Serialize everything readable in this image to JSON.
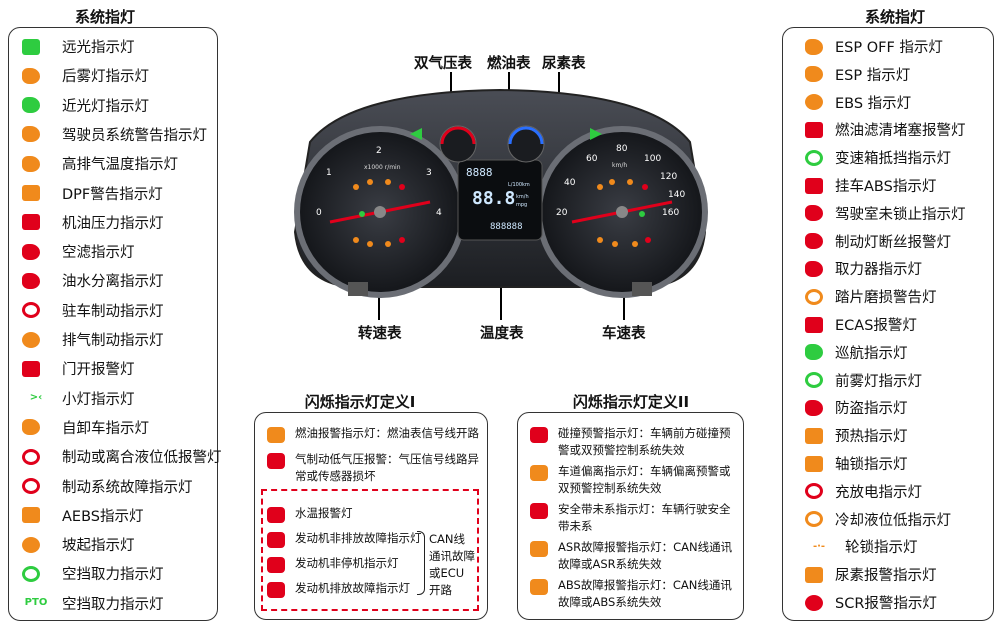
{
  "left_panel": {
    "title": "系统指灯",
    "items": [
      {
        "label": "远光指示灯",
        "icon": "high-beam-icon",
        "color": "#2ecc40",
        "shape": "rect"
      },
      {
        "label": "后雾灯指示灯",
        "icon": "rear-fog-icon",
        "color": "#f08a1c",
        "shape": "blob"
      },
      {
        "label": "近光灯指示灯",
        "icon": "low-beam-icon",
        "color": "#2ecc40",
        "shape": "blob"
      },
      {
        "label": "驾驶员系统警告指示灯",
        "icon": "driver-warning-icon",
        "color": "#f08a1c",
        "shape": "blob"
      },
      {
        "label": "高排气温度指示灯",
        "icon": "exhaust-temp-icon",
        "color": "#f08a1c",
        "shape": "blob"
      },
      {
        "label": "DPF警告指示灯",
        "icon": "dpf-icon",
        "color": "#f08a1c",
        "shape": "rect"
      },
      {
        "label": "机油压力指示灯",
        "icon": "oil-pressure-icon",
        "color": "#e0001b",
        "shape": "rect"
      },
      {
        "label": "空滤指示灯",
        "icon": "air-filter-icon",
        "color": "#e0001b",
        "shape": "blob"
      },
      {
        "label": "油水分离指示灯",
        "icon": "water-separator-icon",
        "color": "#e0001b",
        "shape": "blob"
      },
      {
        "label": "驻车制动指示灯",
        "icon": "parking-brake-icon",
        "color": "#e0001b",
        "shape": "ring"
      },
      {
        "label": "排气制动指示灯",
        "icon": "exhaust-brake-icon",
        "color": "#f08a1c",
        "shape": "circle"
      },
      {
        "label": "门开报警灯",
        "icon": "door-open-icon",
        "color": "#e0001b",
        "shape": "rect"
      },
      {
        "label": "小灯指示灯",
        "icon": "position-lamp-icon",
        "color": "#2ecc40",
        "shape": "text",
        "glyph": ">‹"
      },
      {
        "label": "自卸车指示灯",
        "icon": "dump-truck-icon",
        "color": "#f08a1c",
        "shape": "blob"
      },
      {
        "label": "制动或离合液位低报警灯",
        "icon": "brake-fluid-icon",
        "color": "#e0001b",
        "shape": "ring"
      },
      {
        "label": "制动系统故障指示灯",
        "icon": "brake-fault-icon",
        "color": "#e0001b",
        "shape": "ring"
      },
      {
        "label": "AEBS指示灯",
        "icon": "aebs-icon",
        "color": "#f08a1c",
        "shape": "rect"
      },
      {
        "label": "坡起指示灯",
        "icon": "hill-start-icon",
        "color": "#f08a1c",
        "shape": "circle"
      },
      {
        "label": "空挡取力指示灯",
        "icon": "pto-gear-icon",
        "color": "#2ecc40",
        "shape": "ring"
      },
      {
        "label": "空挡取力指示灯",
        "icon": "pto-text-icon",
        "color": "#2ecc40",
        "shape": "text",
        "glyph": "PTO"
      }
    ]
  },
  "right_panel": {
    "title": "系统指灯",
    "items": [
      {
        "label": "ESP OFF 指示灯",
        "icon": "esp-off-icon",
        "color": "#f08a1c",
        "shape": "blob"
      },
      {
        "label": "ESP 指示灯",
        "icon": "esp-icon",
        "color": "#f08a1c",
        "shape": "blob"
      },
      {
        "label": "EBS 指示灯",
        "icon": "ebs-icon",
        "color": "#f08a1c",
        "shape": "circle"
      },
      {
        "label": "燃油滤清堵塞报警灯",
        "icon": "fuel-filter-icon",
        "color": "#e0001b",
        "shape": "rect"
      },
      {
        "label": "变速箱抵挡指示灯",
        "icon": "gearbox-icon",
        "color": "#2ecc40",
        "shape": "ring"
      },
      {
        "label": "挂车ABS指示灯",
        "icon": "trailer-abs-icon",
        "color": "#e0001b",
        "shape": "rect"
      },
      {
        "label": "驾驶室未锁止指示灯",
        "icon": "cab-unlock-icon",
        "color": "#e0001b",
        "shape": "blob"
      },
      {
        "label": "制动灯断丝报警灯",
        "icon": "brake-lamp-icon",
        "color": "#e0001b",
        "shape": "blob"
      },
      {
        "label": "取力器指示灯",
        "icon": "pto-device-icon",
        "color": "#e0001b",
        "shape": "blob"
      },
      {
        "label": "踏片磨损警告灯",
        "icon": "brake-pad-icon",
        "color": "#f08a1c",
        "shape": "ring"
      },
      {
        "label": "ECAS报警灯",
        "icon": "ecas-icon",
        "color": "#e0001b",
        "shape": "rect"
      },
      {
        "label": "巡航指示灯",
        "icon": "cruise-icon",
        "color": "#2ecc40",
        "shape": "blob"
      },
      {
        "label": "前雾灯指示灯",
        "icon": "front-fog-icon",
        "color": "#2ecc40",
        "shape": "ring"
      },
      {
        "label": "防盗指示灯",
        "icon": "anti-theft-icon",
        "color": "#e0001b",
        "shape": "blob"
      },
      {
        "label": "预热指示灯",
        "icon": "preheat-icon",
        "color": "#f08a1c",
        "shape": "rect"
      },
      {
        "label": "轴锁指示灯",
        "icon": "axle-lock-icon",
        "color": "#f08a1c",
        "shape": "rect"
      },
      {
        "label": "充放电指示灯",
        "icon": "battery-icon",
        "color": "#e0001b",
        "shape": "ring"
      },
      {
        "label": "冷却液位低指示灯",
        "icon": "coolant-level-icon",
        "color": "#f08a1c",
        "shape": "ring"
      },
      {
        "label": "轮锁指示灯",
        "icon": "wheel-lock-icon",
        "color": "#f08a1c",
        "shape": "text",
        "glyph": "-·-"
      },
      {
        "label": "尿素报警指示灯",
        "icon": "urea-icon",
        "color": "#f08a1c",
        "shape": "rect"
      },
      {
        "label": "SCR报警指示灯",
        "icon": "scr-icon",
        "color": "#e0001b",
        "shape": "circle"
      }
    ]
  },
  "callouts": {
    "air_pressure": "双气压表",
    "fuel": "燃油表",
    "urea": "尿素表",
    "tachometer": "转速表",
    "temperature": "温度表",
    "speedometer": "车速表"
  },
  "cluster": {
    "tach_unit": "x1000 r/min",
    "tach_ticks": [
      "0",
      "1",
      "2",
      "3",
      "4"
    ],
    "speed_unit": "km/h",
    "speed_ticks": [
      "20",
      "40",
      "60",
      "80",
      "100",
      "120",
      "140",
      "160"
    ],
    "lcd_top": "8888",
    "lcd_main": "88.8",
    "lcd_odo": "888888",
    "lcd_unit1": "km/h",
    "lcd_unit2": "L/100km",
    "lcd_unit3": "mpg"
  },
  "flash1": {
    "title": "闪烁指示灯定义I",
    "items": [
      {
        "text": "燃油报警指示灯：燃油表信号线开路",
        "icon": "fuel-warning-icon",
        "color": "#f08a1c"
      },
      {
        "text": "气制动低气压报警：气压信号线路异常或传感器损坏",
        "icon": "low-air-pressure-icon",
        "color": "#e0001b"
      }
    ],
    "can_items": [
      {
        "text": "水温报警灯",
        "icon": "coolant-temp-icon",
        "color": "#e0001b"
      },
      {
        "text": "发动机非排放故障指示灯",
        "icon": "engine-fault-icon",
        "color": "#e0001b"
      },
      {
        "text": "发动机非停机指示灯",
        "icon": "engine-stop-icon",
        "color": "#e0001b"
      },
      {
        "text": "发动机排放故障指示灯",
        "icon": "emission-fault-icon",
        "color": "#e0001b"
      }
    ],
    "can_note": "CAN线通讯故障或ECU开路"
  },
  "flash2": {
    "title": "闪烁指示灯定义II",
    "items": [
      {
        "text": "碰撞预警指示灯：车辆前方碰撞预警或双预警控制系统失效",
        "icon": "collision-warning-icon",
        "color": "#e0001b"
      },
      {
        "text": "车道偏离指示灯：车辆偏离预警或双预警控制系统失效",
        "icon": "lane-departure-icon",
        "color": "#f08a1c"
      },
      {
        "text": "安全带未系指示灯：车辆行驶安全带未系",
        "icon": "seatbelt-icon",
        "color": "#e0001b"
      },
      {
        "text": "ASR故障报警指示灯：CAN线通讯故障或ASR系统失效",
        "icon": "asr-fault-icon",
        "color": "#f08a1c"
      },
      {
        "text": "ABS故障报警指示灯：CAN线通讯故障或ABS系统失效",
        "icon": "abs-fault-icon",
        "color": "#f08a1c"
      }
    ]
  }
}
